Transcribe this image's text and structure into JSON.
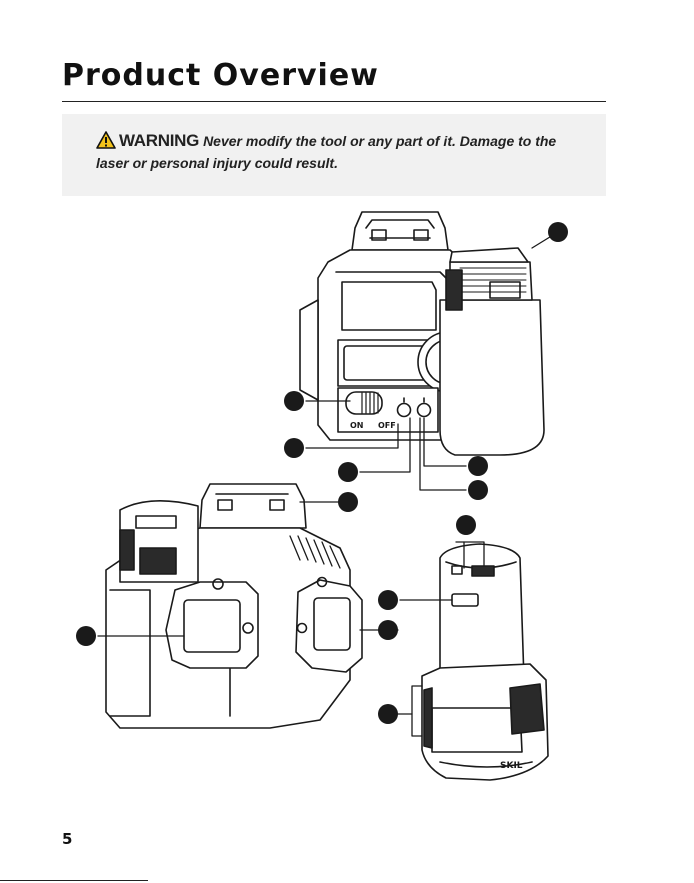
{
  "page": {
    "title": "Product Overview",
    "page_number": "5"
  },
  "warning": {
    "icon": "warning-triangle-icon",
    "signal_word": "WARNING",
    "message": "Never modify the tool or any part of it. Damage to the laser or personal injury could result.",
    "colors": {
      "icon_fill": "#f2c21b",
      "box_background": "#f1f1f1"
    }
  },
  "diagram": {
    "device_labels": {
      "knob_left": "ON",
      "knob_right": "OFF",
      "battery_brand": "SKIL"
    },
    "callout_count": 12
  }
}
